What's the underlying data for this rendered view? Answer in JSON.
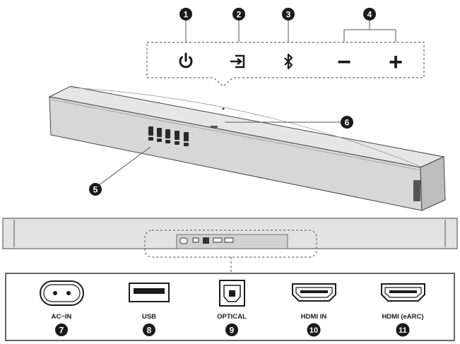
{
  "callouts": {
    "c1": "1",
    "c2": "2",
    "c3": "3",
    "c4": "4",
    "c5": "5",
    "c6": "6",
    "c7": "7",
    "c8": "8",
    "c9": "9",
    "c10": "10",
    "c11": "11"
  },
  "ports": {
    "ac_in": "AC~IN",
    "usb": "USB",
    "optical": "OPTICAL",
    "hdmi_in": "HDMI IN",
    "hdmi_earc": "HDMI (eARC)"
  },
  "top_buttons": {
    "minus": "−",
    "plus": "+"
  },
  "icons": [
    "power-icon",
    "input-source-icon",
    "bluetooth-icon",
    "volume-down-icon",
    "volume-up-icon"
  ],
  "colors": {
    "callout": "#1a1a1a",
    "line": "#555555",
    "bar_top": "#d9d9d9",
    "bar_front": "#cfcfcf"
  }
}
